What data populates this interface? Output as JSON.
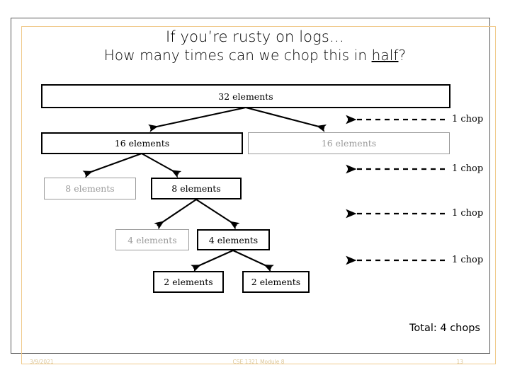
{
  "slide": {
    "title_line1": "If you’re rusty on logs…",
    "title_line2_before": "How many times can we chop this in ",
    "title_line2_underlined": "half",
    "title_line2_after": "?",
    "total_label": "Total: 4 chops",
    "accent_color": "#f0ca8c",
    "frame_color": "#595959",
    "active_color": "#000000",
    "dimmed_color": "#9a9a9a"
  },
  "tree": {
    "levels": [
      {
        "level": 0,
        "boxes": [
          {
            "label": "32 elements",
            "state": "active"
          }
        ]
      },
      {
        "level": 1,
        "boxes": [
          {
            "label": "16 elements",
            "state": "active"
          },
          {
            "label": "16 elements",
            "state": "dimmed"
          }
        ]
      },
      {
        "level": 2,
        "boxes": [
          {
            "label": "8 elements",
            "state": "dimmed"
          },
          {
            "label": "8 elements",
            "state": "active"
          }
        ]
      },
      {
        "level": 3,
        "boxes": [
          {
            "label": "4 elements",
            "state": "dimmed"
          },
          {
            "label": "4 elements",
            "state": "active"
          }
        ]
      },
      {
        "level": 4,
        "boxes": [
          {
            "label": "2 elements",
            "state": "active"
          },
          {
            "label": "2 elements",
            "state": "active"
          }
        ]
      }
    ]
  },
  "chops": [
    {
      "label": "1 chop"
    },
    {
      "label": "1 chop"
    },
    {
      "label": "1 chop"
    },
    {
      "label": "1 chop"
    }
  ],
  "footer": {
    "date": "3/9/2021",
    "center": "CSE 1321 Module 8",
    "page": "13"
  }
}
